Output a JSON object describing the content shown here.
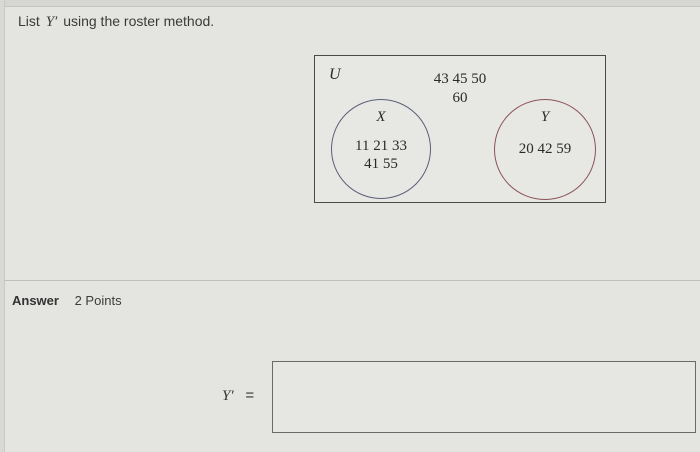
{
  "question": {
    "prefix": "List",
    "variable": "Y′",
    "suffix": "using the roster method."
  },
  "venn": {
    "universe_label": "U",
    "outside_elements_line1": "43  45  50",
    "outside_elements_line2": "60",
    "set_x": {
      "label": "X",
      "line1": "11  21  33",
      "line2": "41  55",
      "border_color": "#5b5f78"
    },
    "set_y": {
      "label": "Y",
      "line1": "20  42  59",
      "border_color": "#8a5258"
    }
  },
  "answer": {
    "label": "Answer",
    "points": "2 Points",
    "input_label_var": "Y′",
    "input_label_eq": "=",
    "input_value": ""
  }
}
